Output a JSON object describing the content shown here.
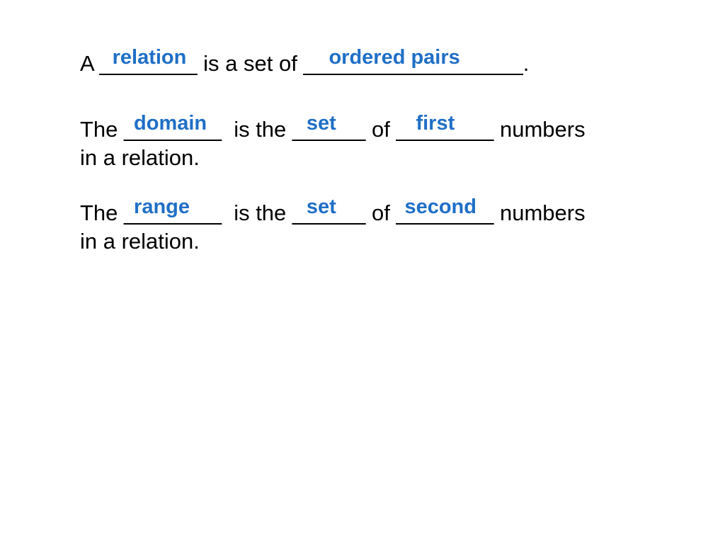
{
  "slide": {
    "accent_color": "#1f6fc6",
    "line1": {
      "pre": "A ",
      "blank1": {
        "underscores": "________",
        "answer": "relation"
      },
      "mid": " is a set of ",
      "blank2": {
        "underscores": "__________________",
        "answer": "ordered pairs"
      },
      "post": "."
    },
    "line2": {
      "pre": "The ",
      "blank1": {
        "underscores": "________",
        "answer": "domain"
      },
      "mid1": "  is the ",
      "blank2": {
        "underscores": "______",
        "answer": "set"
      },
      "mid2": " of ",
      "blank3": {
        "underscores": "________",
        "answer": "first"
      },
      "post": " numbers",
      "continuation": "in a relation."
    },
    "line3": {
      "pre": "The ",
      "blank1": {
        "underscores": "________",
        "answer": "range"
      },
      "mid1": "  is the ",
      "blank2": {
        "underscores": "______",
        "answer": "set"
      },
      "mid2": " of ",
      "blank3": {
        "underscores": "________",
        "answer": "second"
      },
      "post": " numbers",
      "continuation": "in a relation."
    }
  }
}
